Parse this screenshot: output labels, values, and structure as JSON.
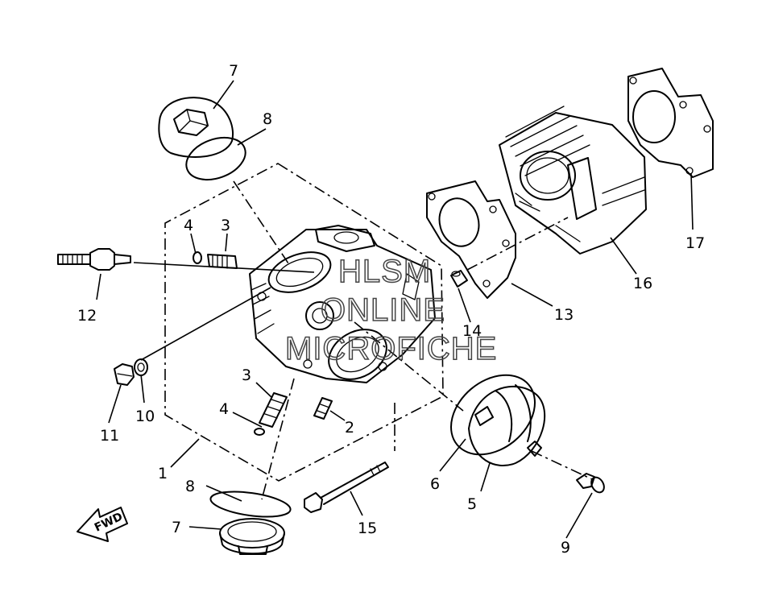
{
  "callouts": {
    "c7_top": "7",
    "c8_top": "8",
    "c4_top": "4",
    "c3_top": "3",
    "c12": "12",
    "c11": "11",
    "c10": "10",
    "c3_low": "3",
    "c4_low": "4",
    "c2": "2",
    "c1": "1",
    "c8_low": "8",
    "c7_low": "7",
    "c15": "15",
    "c6": "6",
    "c5": "5",
    "c9": "9",
    "c14": "14",
    "c13": "13",
    "c16": "16",
    "c17": "17"
  },
  "watermark": {
    "line1": "HLSM",
    "line2": "ONLINE",
    "line3": "MICROFICHE"
  },
  "direction_arrow": "FWD"
}
